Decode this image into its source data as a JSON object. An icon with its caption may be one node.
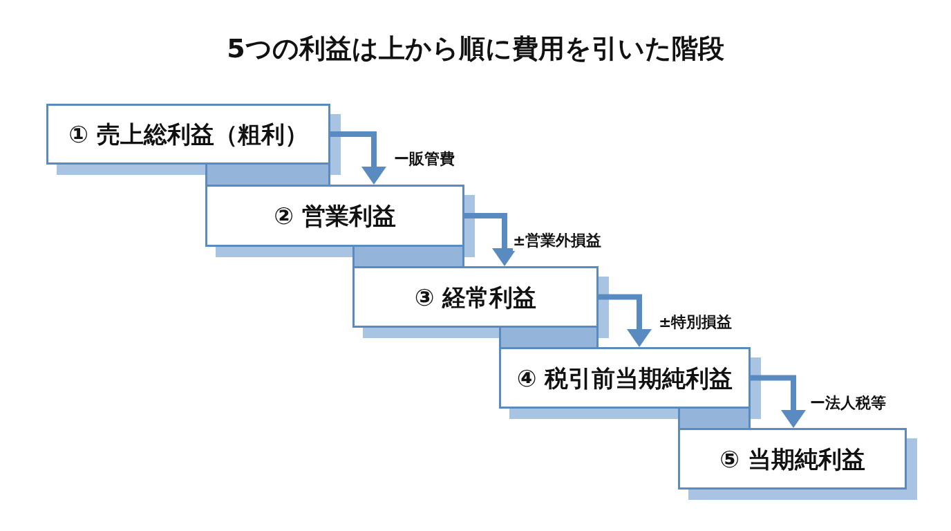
{
  "diagram": {
    "title": "5つの利益は上から順に費用を引いた階段",
    "nodes": [
      {
        "text": [
          "① 売上総利益（粗利）"
        ]
      },
      {
        "text": [
          "② 営業利益"
        ]
      },
      {
        "text": [
          "③ 経常利益"
        ]
      },
      {
        "text": [
          "④ 税引前当期純利益"
        ]
      },
      {
        "text": [
          "⑤ 当期純利益"
        ]
      }
    ],
    "edges": [
      {
        "from": 0,
        "to": 1,
        "arrow": "to",
        "label": "ー販管費"
      },
      {
        "from": 1,
        "to": 2,
        "arrow": "to",
        "label": "±営業外損益"
      },
      {
        "from": 2,
        "to": 3,
        "arrow": "to",
        "label": "±特別損益"
      },
      {
        "from": 3,
        "to": 4,
        "arrow": "to",
        "label": "ー法人税等"
      }
    ]
  }
}
